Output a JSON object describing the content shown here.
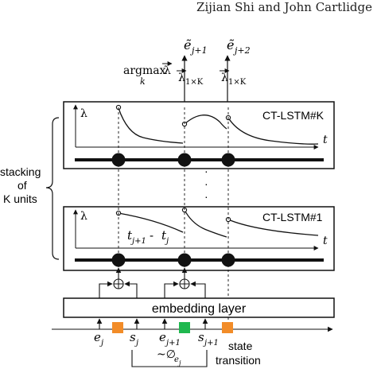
{
  "header": {
    "authors": "Zijian Shi and John Cartlidge"
  },
  "outputs": {
    "e_next": "ẽ",
    "e_next_sub": "j+1",
    "e_next2": "ẽ",
    "e_next2_sub": "j+2",
    "argmax": "argmax",
    "argmax_sub": "k",
    "lambda_vec": "λ",
    "lambda_sub": "1×K"
  },
  "units": {
    "top_label": "CT-LSTM#K",
    "bottom_label": "CT-LSTM#1",
    "y_axis": "λ",
    "x_axis": "t",
    "ellipsis": "·"
  },
  "stacking": {
    "line1": "stacking",
    "line2": "of",
    "line3": "K units"
  },
  "interval": {
    "t_a": "t",
    "t_a_sub": "j+1",
    "minus": " - ",
    "t_b": "t",
    "t_b_sub": "j"
  },
  "embedding": {
    "label": "embedding layer"
  },
  "events": {
    "e_j": "e",
    "e_j_sub": "j",
    "s_j": "s",
    "s_j_sub": "j",
    "e_j1": "e",
    "e_j1_sub": "j+1",
    "s_j1": "s",
    "s_j1_sub": "j+1"
  },
  "transition": {
    "phi": "~∅",
    "phi_sub": "e",
    "phi_subsub": "j",
    "state_line1": "state",
    "state_line2": "transition"
  },
  "colors": {
    "orange": "#f28c28",
    "green": "#1fb84f",
    "line": "#111111"
  }
}
